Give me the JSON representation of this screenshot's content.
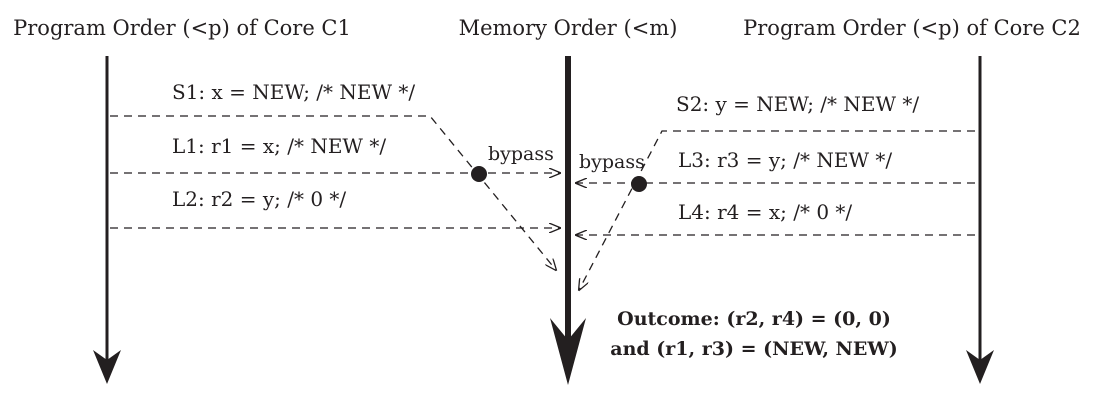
{
  "headers": {
    "core1": "Program Order (<p) of Core C1",
    "memory": "Memory Order (<m)",
    "core2": "Program Order (<p) of Core C2"
  },
  "core1_ops": {
    "s1": "S1: x = NEW; /* NEW */",
    "l1": "L1: r1 = x; /* NEW */",
    "l2": "L2: r2 = y; /* 0 */"
  },
  "core2_ops": {
    "s2": "S2: y = NEW; /* NEW */",
    "l3": "L3: r3 = y; /* NEW */",
    "l4": "L4: r4 = x; /* 0 */"
  },
  "bypass": {
    "left": "bypass",
    "right": "bypass"
  },
  "outcome": {
    "line1": "Outcome: (r2, r4) = (0, 0)",
    "line2": "and (r1, r3) = (NEW, NEW)"
  },
  "colors": {
    "ink": "#231f20",
    "background": "#ffffff"
  }
}
